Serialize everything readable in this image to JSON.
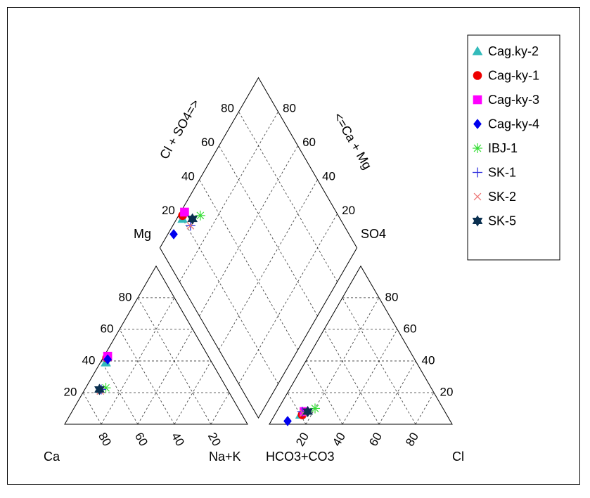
{
  "chart_data": {
    "type": "scatter",
    "subtype": "piper-diagram",
    "labels": {
      "cation_left": "Ca",
      "cation_top": "Mg",
      "cation_right": "Na+K",
      "anion_left": "HCO3+CO3",
      "anion_top": "SO4",
      "anion_right": "Cl",
      "diamond_left_axis": "Cl + SO4=>",
      "diamond_right_axis": "<=Ca + Mg"
    },
    "ticks": [
      "20",
      "40",
      "60",
      "80"
    ],
    "tick_values": [
      20,
      40,
      60,
      80
    ],
    "grid": true,
    "legend_position": "top-right",
    "series": [
      {
        "name": "Cag.ky-2",
        "marker": "triangle",
        "color": "#33bbbb",
        "cation": {
          "Ca": 58,
          "Mg": 39,
          "NaK": 3
        },
        "anion": {
          "HCO3": 80,
          "SO4": 6,
          "Cl": 14
        }
      },
      {
        "name": "Cag-ky-1",
        "marker": "circle",
        "color": "#ee0000",
        "cation": {
          "Ca": 56,
          "Mg": 42,
          "NaK": 2
        },
        "anion": {
          "HCO3": 79,
          "SO4": 6,
          "Cl": 15
        }
      },
      {
        "name": "Cag-ky-3",
        "marker": "square",
        "color": "#ff00ff",
        "cation": {
          "Ca": 55,
          "Mg": 43,
          "NaK": 2
        },
        "anion": {
          "HCO3": 77,
          "SO4": 8,
          "Cl": 15
        }
      },
      {
        "name": "Cag-ky-4",
        "marker": "diamond",
        "color": "#0000ee",
        "cation": {
          "Ca": 56,
          "Mg": 41,
          "NaK": 3
        },
        "anion": {
          "HCO3": 89,
          "SO4": 2,
          "Cl": 9
        }
      },
      {
        "name": "IBJ-1",
        "marker": "asterisk",
        "color": "#33dd33",
        "cation": {
          "Ca": 66,
          "Mg": 23,
          "NaK": 11
        },
        "anion": {
          "HCO3": 70,
          "SO4": 10,
          "Cl": 20
        }
      },
      {
        "name": "SK-1",
        "marker": "plus",
        "color": "#3333dd",
        "cation": {
          "Ca": 69,
          "Mg": 22,
          "NaK": 9
        },
        "anion": {
          "HCO3": 78,
          "SO4": 8,
          "Cl": 14
        }
      },
      {
        "name": "SK-2",
        "marker": "x",
        "color": "#ee7777",
        "cation": {
          "Ca": 70,
          "Mg": 21,
          "NaK": 9
        },
        "anion": {
          "HCO3": 78,
          "SO4": 7,
          "Cl": 15
        }
      },
      {
        "name": "SK-5",
        "marker": "hexagram",
        "color": "#0a3050",
        "cation": {
          "Ca": 70,
          "Mg": 22,
          "NaK": 8
        },
        "anion": {
          "HCO3": 75,
          "SO4": 8,
          "Cl": 17
        }
      }
    ]
  }
}
